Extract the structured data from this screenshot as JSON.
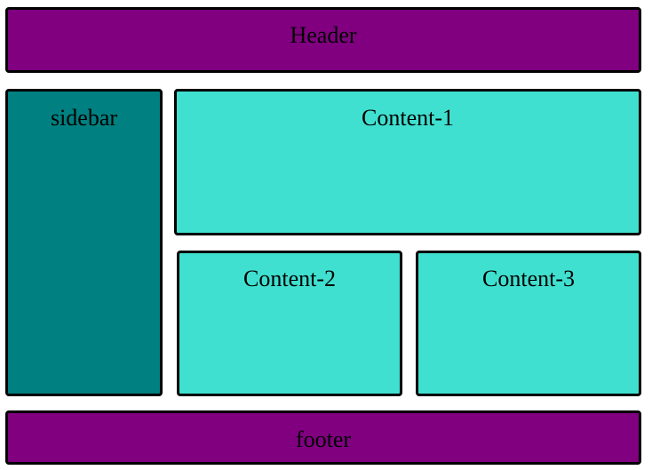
{
  "colors": {
    "header_bg": "#800080",
    "footer_bg": "#800080",
    "sidebar_bg": "#008080",
    "content_bg": "#40E0D0",
    "border": "#000000"
  },
  "header": {
    "label": "Header"
  },
  "sidebar": {
    "label": "sidebar"
  },
  "content": [
    {
      "label": "Content-1"
    },
    {
      "label": "Content-2"
    },
    {
      "label": "Content-3"
    }
  ],
  "footer": {
    "label": "footer"
  }
}
